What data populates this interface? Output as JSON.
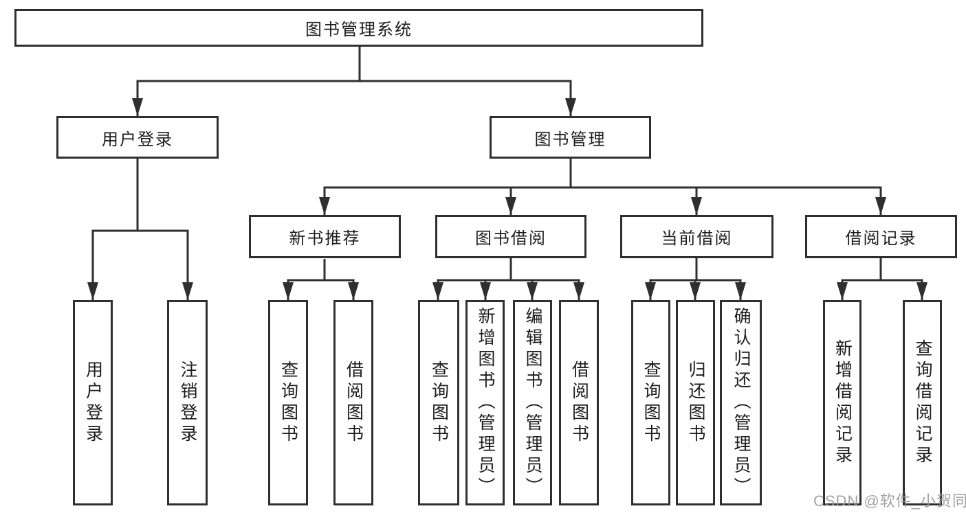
{
  "colors": {
    "line": "#2f2f2f",
    "text": "#1c1c1c",
    "watermark": "#9a9a9a",
    "background": "#ffffff"
  },
  "tree": {
    "label": "图书管理系统",
    "children": [
      {
        "label": "用户登录",
        "children": [
          {
            "label": "用户登录"
          },
          {
            "label": "注销登录"
          }
        ]
      },
      {
        "label": "图书管理",
        "children": [
          {
            "label": "新书推荐",
            "children": [
              {
                "label": "查询图书"
              },
              {
                "label": "借阅图书"
              }
            ]
          },
          {
            "label": "图书借阅",
            "children": [
              {
                "label": "查询图书"
              },
              {
                "label": "新增图书（管理员）"
              },
              {
                "label": "编辑图书（管理员）"
              },
              {
                "label": "借阅图书"
              }
            ]
          },
          {
            "label": "当前借阅",
            "children": [
              {
                "label": "查询图书"
              },
              {
                "label": "归还图书"
              },
              {
                "label": "确认归还（管理员）"
              }
            ]
          },
          {
            "label": "借阅记录",
            "children": [
              {
                "label": "新增借阅记录"
              },
              {
                "label": "查询借阅记录"
              }
            ]
          }
        ]
      }
    ]
  },
  "watermark": {
    "text": "CSDN @软件_小贺同学"
  }
}
